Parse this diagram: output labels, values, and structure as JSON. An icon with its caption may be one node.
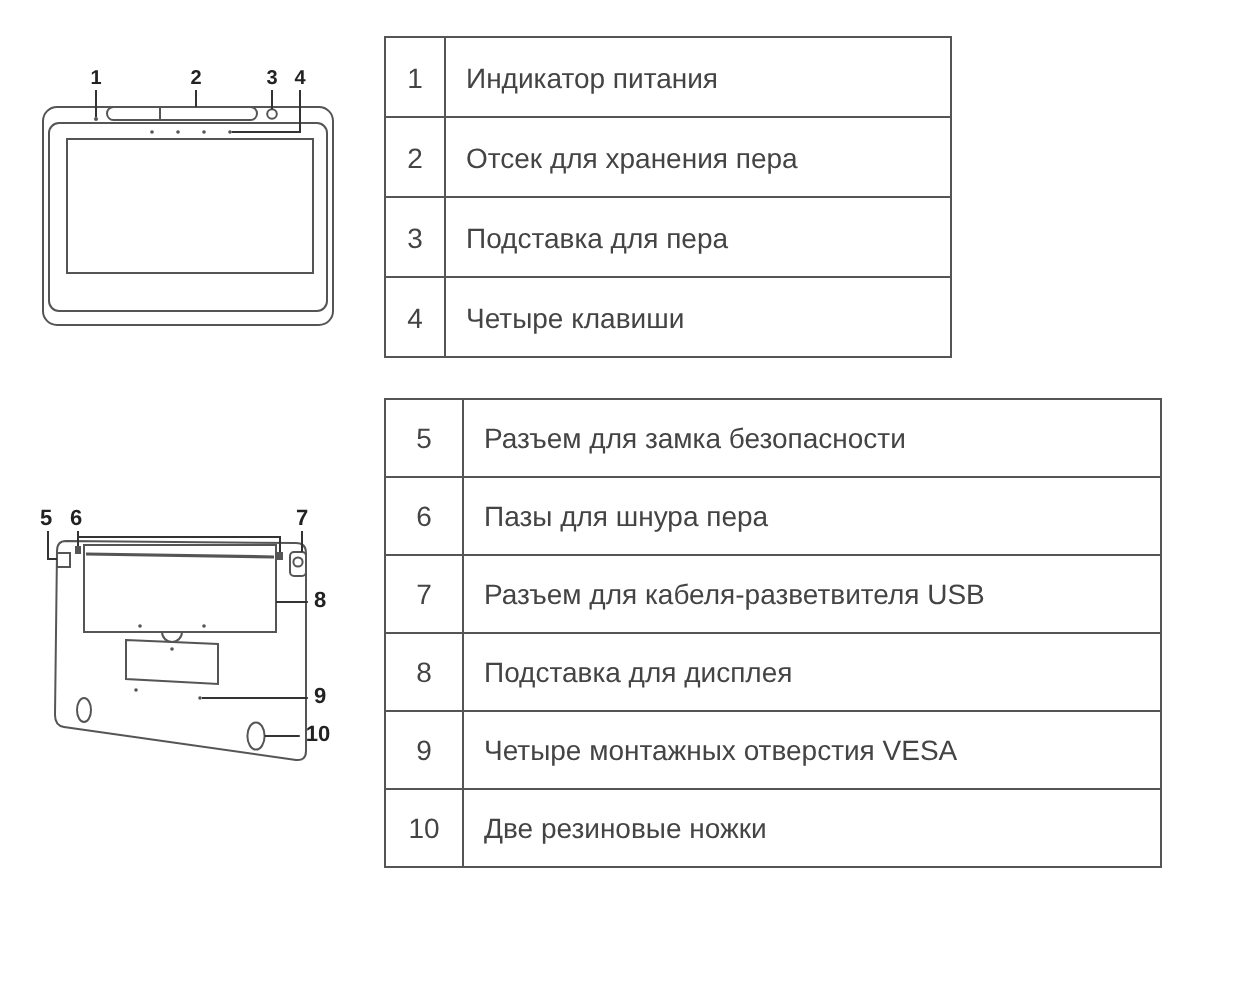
{
  "diagram": {
    "nodes": [
      {
        "text": [
          "1"
        ]
      },
      {
        "text": [
          "2"
        ]
      },
      {
        "text": [
          "3"
        ]
      },
      {
        "text": [
          "4"
        ]
      },
      {
        "text": [
          "5"
        ]
      },
      {
        "text": [
          "6"
        ]
      },
      {
        "text": [
          "7"
        ]
      },
      {
        "text": [
          "8"
        ]
      },
      {
        "text": [
          "9"
        ]
      },
      {
        "text": [
          "10"
        ]
      },
      {
        "text": [],
        "shape": "circle"
      },
      {
        "text": [],
        "shape": "box"
      },
      {
        "text": [],
        "shape": "circle"
      },
      {
        "text": [],
        "shape": "dots"
      },
      {
        "text": [],
        "shape": "box"
      },
      {
        "text": [],
        "shape": "box"
      },
      {
        "text": [],
        "shape": "box"
      },
      {
        "text": [],
        "shape": "box"
      },
      {
        "text": [],
        "shape": "box"
      },
      {
        "text": [],
        "shape": "oval"
      }
    ],
    "edges": [
      {
        "from": 0,
        "to": 10,
        "arrow": "none"
      },
      {
        "from": 1,
        "to": 11,
        "arrow": "none"
      },
      {
        "from": 2,
        "to": 12,
        "arrow": "none"
      },
      {
        "from": 3,
        "to": 13,
        "arrow": "none"
      },
      {
        "from": 4,
        "to": 14,
        "arrow": "none"
      },
      {
        "from": 5,
        "to": 15,
        "arrow": "none"
      },
      {
        "from": 5,
        "to": 16,
        "arrow": "none"
      },
      {
        "from": 6,
        "to": 17,
        "arrow": "none"
      },
      {
        "from": 7,
        "to": 18,
        "arrow": "none"
      },
      {
        "from": 8,
        "to": null,
        "arrow": "none"
      },
      {
        "from": 9,
        "to": 19,
        "arrow": "none"
      }
    ],
    "labels": [
      "1",
      "Индикатор питания",
      "2",
      "Отсек для хранения пера",
      "3",
      "Подставка для пера",
      "4",
      "Четыре клавиши",
      "5",
      "Разъем для замка безопасности",
      "6",
      "Пазы для шнура пера",
      "7",
      "Разъем для кабеля-разветвителя USB",
      "8",
      "Подставка для дисплея",
      "9",
      "Четыре монтажных отверстия VESA",
      "10",
      "Две резиновые ножки"
    ]
  }
}
